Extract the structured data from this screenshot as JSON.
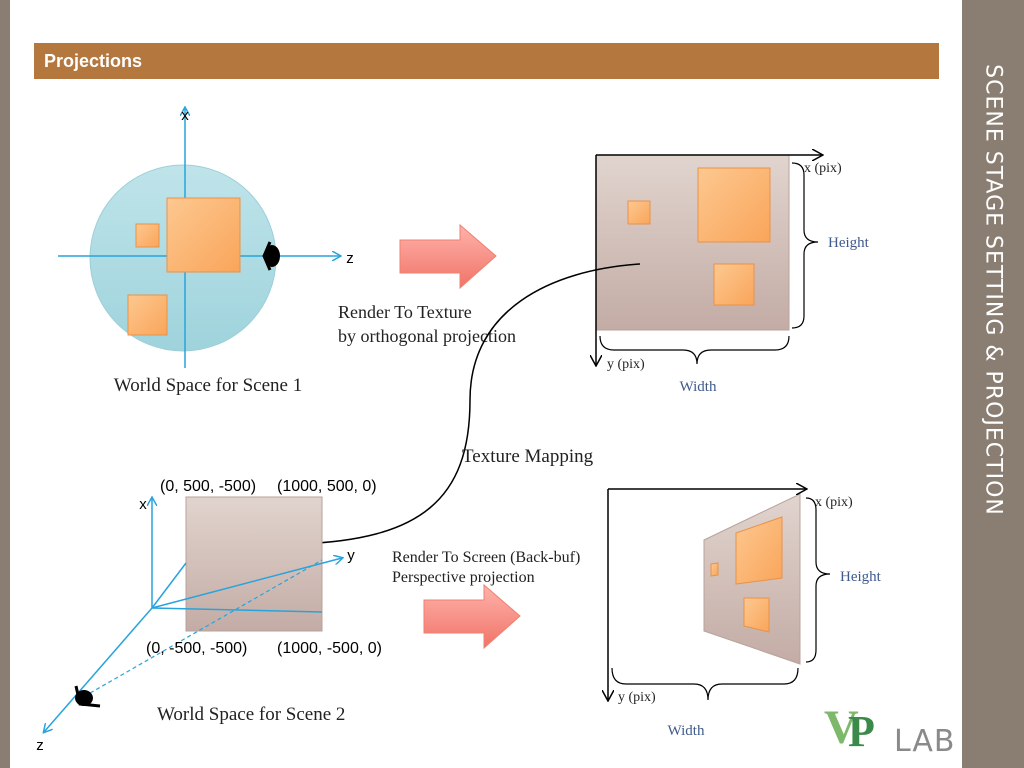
{
  "slide": {
    "header_title": "Projections",
    "side_title": "SCENE STAGE SETTING & PROJECTION"
  },
  "scene1": {
    "axis_x": "x",
    "axis_z": "z",
    "caption": "World Space for Scene 1"
  },
  "arrow1": {
    "line1": "Render To Texture",
    "line2": "by orthogonal projection"
  },
  "texture": {
    "x_label": "x (pix)",
    "y_label": "y (pix)",
    "height_label": "Height",
    "width_label": "Width"
  },
  "mapping": {
    "label": "Texture Mapping"
  },
  "scene2": {
    "axis_x": "x",
    "axis_y": "y",
    "axis_z": "z",
    "coord_top_left": "(0, 500, -500)",
    "coord_top_right": "(1000, 500, 0)",
    "coord_bottom_left": "(0, -500, -500)",
    "coord_bottom_right": "(1000, -500, 0)",
    "caption": "World Space for Scene 2"
  },
  "arrow2": {
    "line1": "Render To Screen (Back-buf)",
    "line2": "Perspective projection"
  },
  "screen": {
    "x_label": "x (pix)",
    "y_label": "y (pix)",
    "height_label": "Height",
    "width_label": "Width"
  },
  "logo": {
    "v": "V",
    "p": "P",
    "lab": "LAB"
  },
  "colors": {
    "accent_header": "#b4783e",
    "side_bar": "#8a7d72",
    "axis_blue": "#29a3dc",
    "label_blue": "#3f5a8c"
  }
}
